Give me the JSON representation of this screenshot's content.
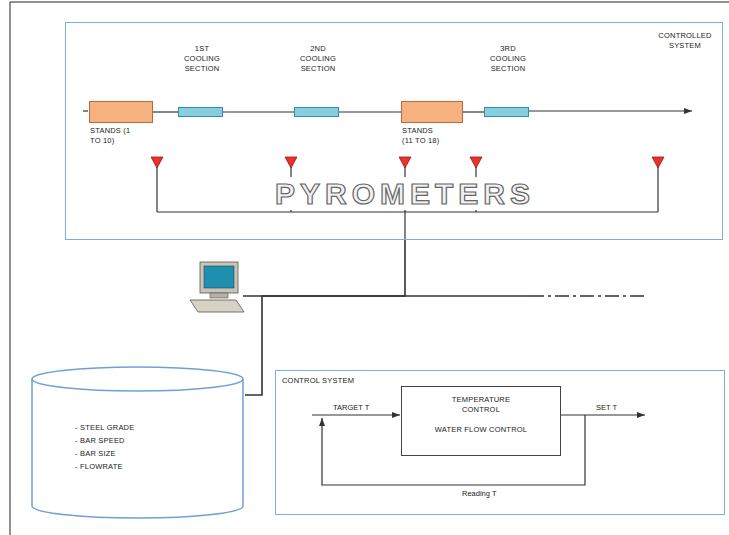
{
  "diagram": {
    "nodes": [
      {
        "text": [
          "CONTROLLED SYSTEM"
        ]
      },
      {
        "text": [
          "STANDS (1 TO 10)"
        ],
        "in": 0
      },
      {
        "text": [
          "1ST COOLING SECTION"
        ],
        "in": 0
      },
      {
        "text": [
          "2ND COOLING SECTION"
        ],
        "in": 0
      },
      {
        "text": [
          "STANDS (11 TO 18)"
        ],
        "in": 0
      },
      {
        "text": [
          "3RD COOLING SECTION"
        ],
        "in": 0
      },
      {
        "text": [
          "- STEEL GRADE",
          "- BAR SPEED",
          "- BAR SIZE",
          "- FLOWRATE"
        ]
      },
      {
        "text": [
          "CONTROL SYSTEM"
        ]
      },
      {
        "text": [
          "TEMPERATURE CONTROL",
          "WATER FLOW CONTROL"
        ],
        "in": 7
      }
    ],
    "edges": [
      {
        "from": 1,
        "to": 2,
        "arrow": "none"
      },
      {
        "from": 2,
        "to": 3,
        "arrow": "none"
      },
      {
        "from": 3,
        "to": 4,
        "arrow": "none"
      },
      {
        "from": 4,
        "to": 5,
        "arrow": "none"
      },
      {
        "from": 0,
        "to": 6,
        "arrow": "none"
      }
    ],
    "labels": [
      "PYROMETERS",
      "TARGET T",
      "SET T",
      "Reading T"
    ]
  }
}
